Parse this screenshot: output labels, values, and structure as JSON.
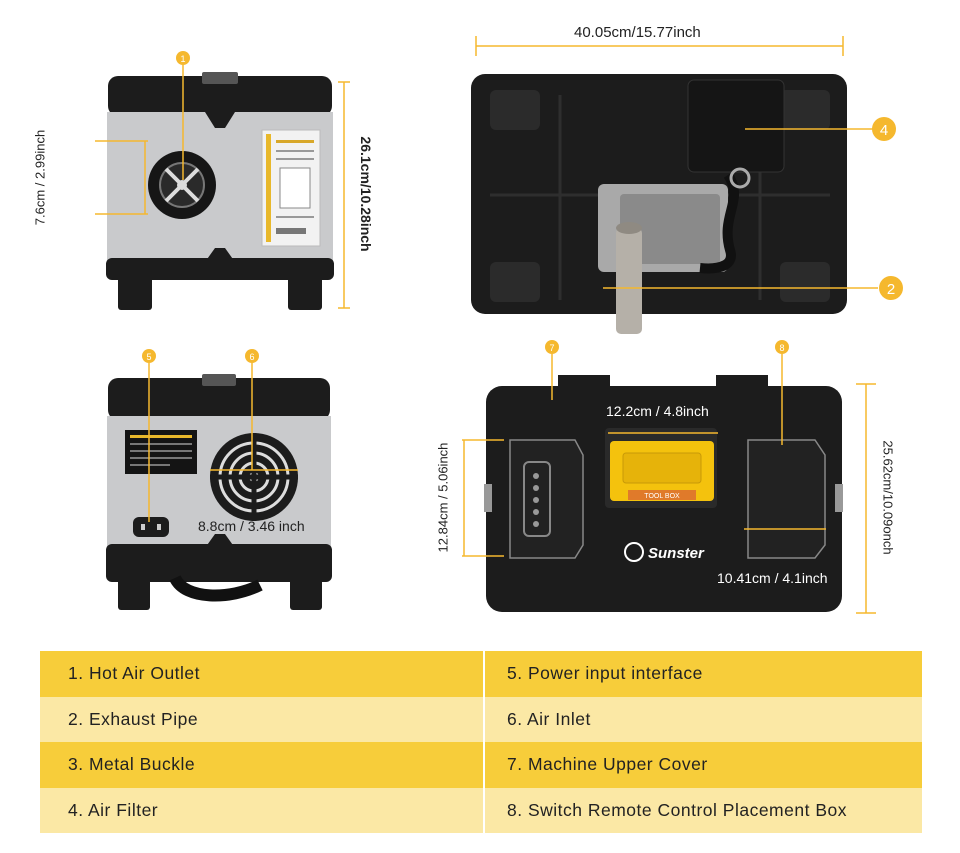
{
  "dimensions": {
    "outlet_diameter": "7.6cm / 2.99inch",
    "height": "26.1cm/10.28inch",
    "length": "40.05cm/15.77inch",
    "inlet_diameter": "8.8cm / 3.46 inch",
    "handle_width": "12.2cm / 4.8inch",
    "cover_height": "12.84cm / 5.06inch",
    "width": "25.62cm/10.09onch",
    "box_width": "10.41cm / 4.1inch"
  },
  "callouts": [
    "1",
    "2",
    "4",
    "5",
    "6",
    "7",
    "8"
  ],
  "brand": "Sunster",
  "toolbox_label": "TOOL BOX",
  "legend": {
    "rows": [
      {
        "left": "1. Hot Air Outlet",
        "right": "5. Power input interface"
      },
      {
        "left": "2. Exhaust Pipe",
        "right": "6. Air Inlet"
      },
      {
        "left": "3. Metal Buckle",
        "right": "7. Machine Upper Cover"
      },
      {
        "left": "4. Air Filter",
        "right": "8. Switch Remote Control Placement Box"
      }
    ]
  },
  "colors": {
    "accent_yellow": "#f7cd3a",
    "light_yellow": "#fbe8a5",
    "unit_black": "#1c1c1c",
    "panel_gray": "#c9cacc"
  }
}
